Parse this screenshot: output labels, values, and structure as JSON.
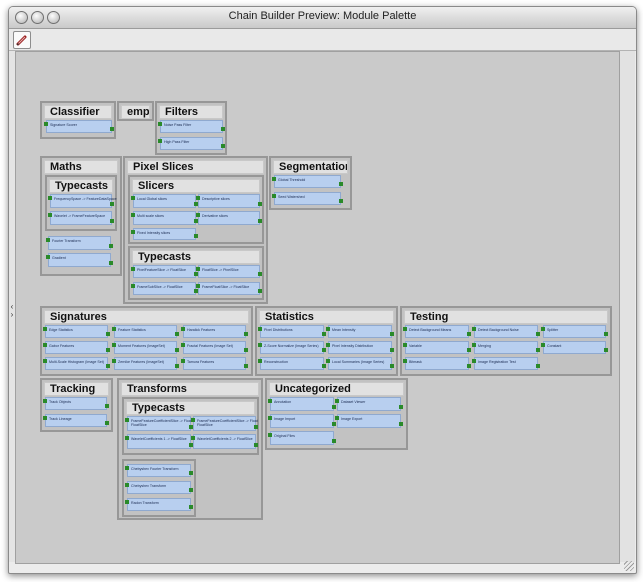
{
  "window": {
    "title": "Chain Builder Preview: Module Palette"
  },
  "toolbar": {
    "tool_icon": "pen-icon"
  },
  "groups": {
    "classifier": {
      "title": "Classifier",
      "modules": [
        "Signature Scorer"
      ]
    },
    "empty": {
      "title": "empty"
    },
    "filters": {
      "title": "Filters",
      "modules": [
        "Noise Pass Filter",
        "High Pass Filter"
      ]
    },
    "maths": {
      "title": "Maths"
    },
    "maths_typecasts": {
      "title": "Typecasts",
      "modules": [
        "FrequencySpace -> FeatureDataSpace",
        "Wavelet -> FrameFeatureSpace"
      ]
    },
    "maths_extra": {
      "modules": [
        "Fourier Transform",
        "Gradient"
      ]
    },
    "pixel_slices": {
      "title": "Pixel Slices"
    },
    "slicers": {
      "title": "Slicers",
      "modules": [
        "Local Global slices",
        "Descriptive slices",
        "Multi scale slices",
        "Derivative slices",
        "Fixed Intensity slices"
      ]
    },
    "pixel_typecasts": {
      "title": "Typecasts",
      "modules": [
        "PixelFeatureSlice -> FloatSlice",
        "FloatSlice -> PixelSlice",
        "FrameSubSlice -> FloatSlice",
        "FrameFloatSlice -> FloatSlice"
      ]
    },
    "segmentation": {
      "title": "Segmentation",
      "modules": [
        "Global Threshold",
        "Seed Watershed"
      ]
    },
    "signatures": {
      "title": "Signatures",
      "modules": [
        "Edge Statistics",
        "Feature Statistics",
        "Haralick Features",
        "Gabor Features",
        "Moment Features (ImageSet)",
        "Fractal Features (Image Set)",
        "Multi-Scale Histogram (Image Set)",
        "Zernike Features (ImageSet)",
        "Tamura Features"
      ]
    },
    "statistics": {
      "title": "Statistics",
      "modules": [
        "Pixel Distributions",
        "Mean Intensity",
        "Z-Score Normalize (Image Series)",
        "Pixel Intensity Distribution",
        "Reconstruction",
        "Local Summaries (Image Series)"
      ]
    },
    "testing": {
      "title": "Testing",
      "modules": [
        "Detect Background Means",
        "Detect Background Noise",
        "Splitter",
        "Variable",
        "Merging",
        "Constant",
        "Bitmask",
        "Image Registration Test"
      ]
    },
    "tracking": {
      "title": "Tracking",
      "modules": [
        "Track Objects",
        "Track Lineage"
      ]
    },
    "transforms": {
      "title": "Transforms"
    },
    "transforms_typecasts": {
      "title": "Typecasts",
      "modules": [
        "FrameFeatureCoefficientSlice -> Float FloatSlice",
        "FrameFeatureCoefficientSlice -> Float FloatSlice",
        "WaveletCoefficients 1 -> FloatSlice",
        "WaveletCoefficients 2 -> FloatSlice"
      ]
    },
    "transforms_extra": {
      "modules": [
        "Chebyshev Fourier Transform",
        "Chebyshev Transform",
        "Radon Transform"
      ]
    },
    "uncategorized": {
      "title": "Uncategorized",
      "modules": [
        "Annotation",
        "Dataset Viewer",
        "Image Import",
        "Image Export",
        "Original Files"
      ]
    }
  }
}
